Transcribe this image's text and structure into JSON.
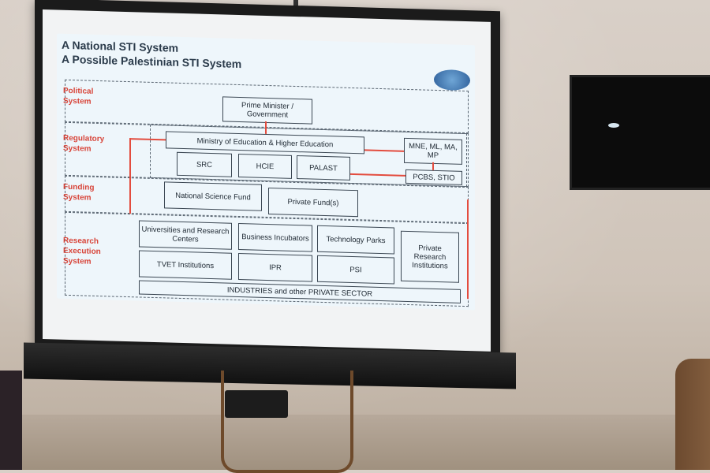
{
  "slide": {
    "title_line1": "A National STI System",
    "title_line2": "A Possible Palestinian STI System",
    "sections": {
      "political": "Political System",
      "regulatory": "Regulatory System",
      "funding": "Funding System",
      "research": "Research Execution System"
    },
    "boxes": {
      "pm": "Prime Minister / Government",
      "moehe": "Ministry of Education & Higher Education",
      "src": "SRC",
      "hcie": "HCIE",
      "palast": "PALAST",
      "mne": "MNE, ML, MA, MP",
      "pcbs": "PCBS, STIO",
      "nsf": "National Science Fund",
      "pf": "Private Fund(s)",
      "urc": "Universities and Research Centers",
      "bi": "Business Incubators",
      "tp": "Technology Parks",
      "pri": "Private Research Institutions",
      "tvet": "TVET Institutions",
      "ipr": "IPR",
      "psi": "PSI",
      "industries": "INDUSTRIES and other PRIVATE SECTOR"
    }
  }
}
